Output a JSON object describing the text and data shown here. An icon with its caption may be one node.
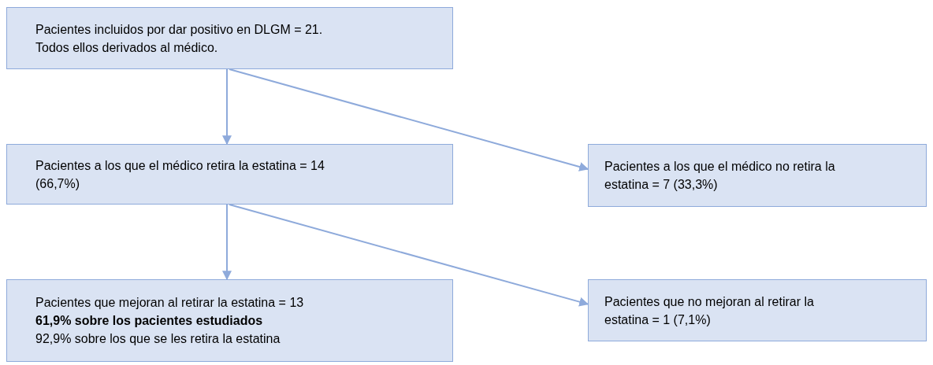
{
  "diagram": {
    "nodes": [
      {
        "text": [
          "Pacientes incluidos por dar positivo en DLGM = 21.",
          "Todos ellos derivados al médico."
        ]
      },
      {
        "text": [
          "Pacientes a los que el médico retira la estatina = 14 (66,7%)"
        ]
      },
      {
        "text": [
          "Pacientes a los que el médico no retira la estatina = 7 (33,3%)"
        ]
      },
      {
        "text": [
          "Pacientes que mejoran al retirar la estatina = 13",
          "**61,9% sobre los pacientes estudiados**",
          "92,9% sobre los que se les retira la estatina"
        ]
      },
      {
        "text": [
          "Pacientes que no mejoran al retirar la estatina = 1 (7,1%)"
        ]
      }
    ],
    "edges": [
      {
        "from": 0,
        "to": 1,
        "arrow": "to"
      },
      {
        "from": 0,
        "to": 2,
        "arrow": "to"
      },
      {
        "from": 1,
        "to": 3,
        "arrow": "to"
      },
      {
        "from": 1,
        "to": 4,
        "arrow": "to"
      }
    ]
  }
}
